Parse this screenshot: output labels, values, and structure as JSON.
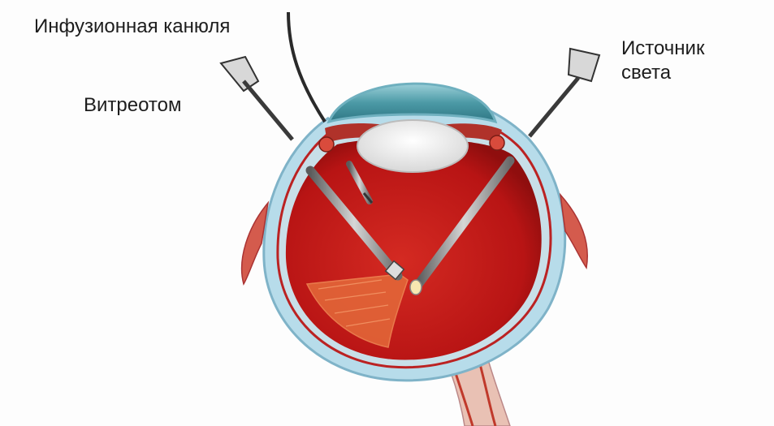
{
  "labels": {
    "infusion_cannula": "Инфузионная канюля",
    "vitreotome": "Витреотом",
    "light_source_line1": "Источник",
    "light_source_line2": "света"
  },
  "colors": {
    "background": "#fdfdfd",
    "sclera": "#a9d3e3",
    "vitreous": "#c41b1b",
    "cornea": "#4e9fac",
    "lens": "#f2f2f2",
    "instrument": "#8a8a8a"
  }
}
